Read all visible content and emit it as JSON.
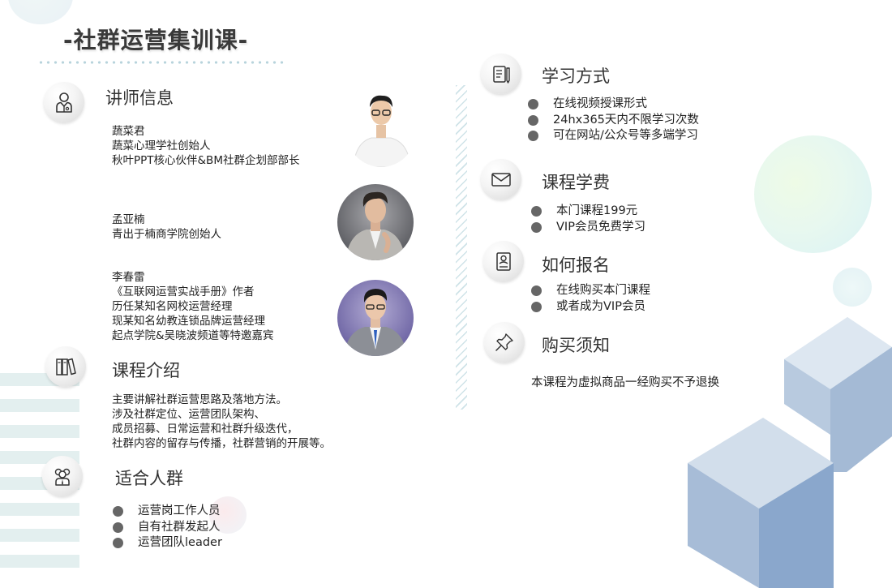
{
  "title": "-社群运营集训课-",
  "instructors": {
    "section_title": "讲师信息",
    "people": [
      {
        "lines": [
          "蔬菜君",
          "蔬菜心理学社创始人",
          "秋叶PPT核心伙伴&BM社群企划部部长"
        ]
      },
      {
        "lines": [
          "孟亚楠",
          "青出于楠商学院创始人"
        ]
      },
      {
        "lines": [
          "李春雷",
          "《互联网运营实战手册》作者",
          "历任某知名网校运营经理",
          "现某知名幼教连锁品牌运营经理",
          "起点学院&吴晓波频道等特邀嘉宾"
        ]
      }
    ]
  },
  "course_intro": {
    "section_title": "课程介绍",
    "lines": [
      "主要讲解社群运营思路及落地方法。",
      "涉及社群定位、运营团队架构、",
      "成员招募、日常运营和社群升级迭代，",
      "社群内容的留存与传播，社群营销的开展等。"
    ]
  },
  "audience": {
    "section_title": "适合人群",
    "items": [
      "运营岗工作人员",
      "自有社群发起人",
      "运营团队leader"
    ]
  },
  "learning": {
    "section_title": "学习方式",
    "items": [
      "在线视频授课形式",
      "24hx365天内不限学习次数",
      "可在网站/公众号等多端学习"
    ]
  },
  "fees": {
    "section_title": "课程学费",
    "items": [
      "本门课程199元",
      "VIP会员免费学习"
    ]
  },
  "signup": {
    "section_title": "如何报名",
    "items": [
      "在线购买本门课程",
      "或者成为VIP会员"
    ]
  },
  "notice": {
    "section_title": "购买须知",
    "text": "本课程为虚拟商品一经购买不予退换"
  },
  "icons": {
    "instructor": "doctor-person-icon",
    "course": "books-icon",
    "audience": "group-people-icon",
    "learning": "notebook-pen-icon",
    "fees": "envelope-icon",
    "signup": "id-card-icon",
    "notice": "pushpin-icon"
  },
  "colors": {
    "cube_light": "#d3dfeb",
    "cube_mid": "#a9bdd6",
    "cube_dark": "#8aa6c9",
    "bullet": "#666666"
  }
}
